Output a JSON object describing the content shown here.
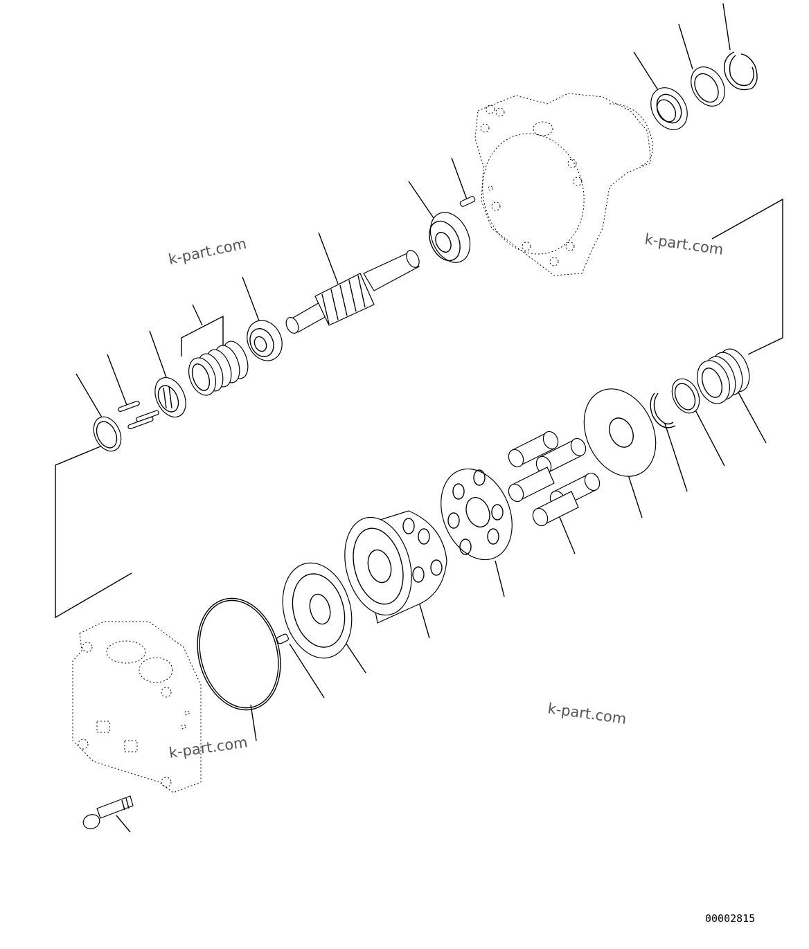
{
  "watermarks": [
    "k-part.com",
    "k-part.com",
    "k-part.com",
    "k-part.com"
  ],
  "drawing_code": "00002815",
  "parts": [
    "motor-housing",
    "oil-seal",
    "seal-ring",
    "snap-ring-top",
    "pin-top",
    "bearing-front",
    "output-shaft",
    "bearing-rear",
    "spring-set",
    "needle-bearing",
    "pin-pair",
    "seal-ring-left",
    "spring-right",
    "seal-ring-right",
    "snap-ring-right",
    "swash-plate",
    "pistons",
    "retainer-plate",
    "cylinder-block",
    "valve-plate",
    "dowel-pin",
    "o-ring",
    "end-cover",
    "cap-screw"
  ]
}
